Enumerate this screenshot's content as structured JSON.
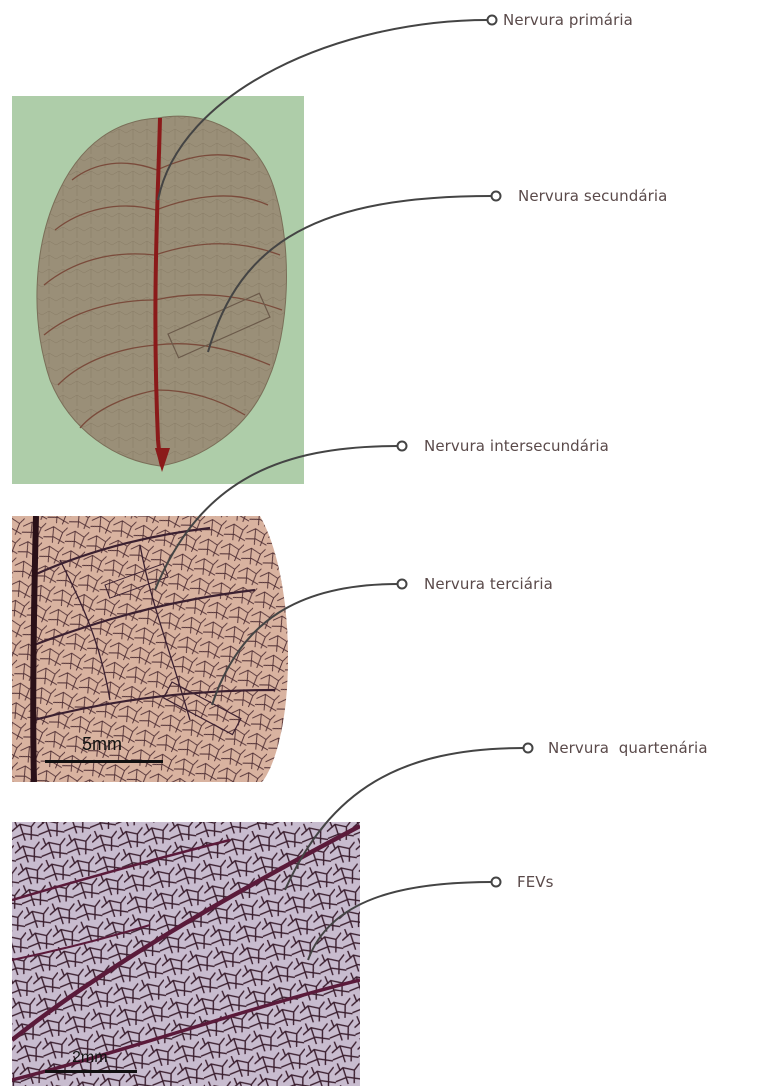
{
  "labels": {
    "primary": "Nervura primária",
    "secondary": "Nervura secundária",
    "intersecondary": "Nervura intersecundária",
    "tertiary": "Nervura terciária",
    "quaternary": "Nervura  quartenária",
    "fevs": "FEVs"
  },
  "scale": {
    "mid": "5mm",
    "low": "2mm"
  },
  "colors": {
    "leaf_bg": "#a9c9a3",
    "leaf_blade": "#9a8f78",
    "midrib": "#8b1a1a",
    "tan_bg": "#d9b3a0",
    "purple_bg": "#c8bccf",
    "vein_dark": "#3b2030",
    "leader_line": "#444444"
  }
}
